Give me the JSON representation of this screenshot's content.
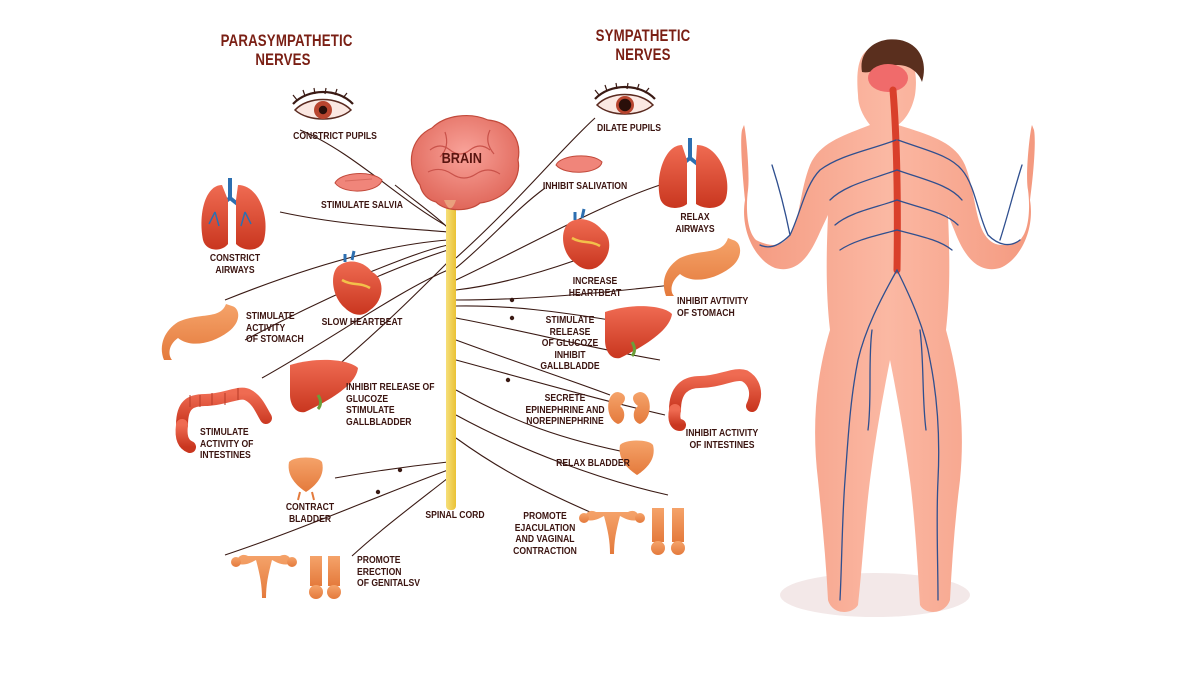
{
  "headers": {
    "parasympathetic": "PARASYMPATHETIC\nNERVES",
    "sympathetic": "SYMPATHETIC\nNERVES"
  },
  "center": {
    "brain": "BRAIN",
    "spinal_cord": "SPINAL CORD"
  },
  "parasympathetic_labels": {
    "constrict_pupils": "CONSTRICT PUPILS",
    "stimulate_salvia": "STIMULATE SALVIA",
    "constrict_airways": "CONSTRICT\nAIRWAYS",
    "slow_heartbeat": "SLOW HEARTBEAT",
    "stimulate_stomach": "STIMULATE\nACTIVITY\nOF STOMACH",
    "inhibit_glucoze": "INHIBIT RELEASE OF\nGLUCOZE\nSTIMULATE\nGALLBLADDER",
    "stimulate_intestines": "STIMULATE\nACTIVITY OF\nINTESTINES",
    "contract_bladder": "CONTRACT BLADDER",
    "promote_erection": "PROMOTE\nERECTION\nOF GENITALSV"
  },
  "sympathetic_labels": {
    "dilate_pupils": "DILATE PUPILS",
    "inhibit_salivation": "INHIBIT SALIVATION",
    "relax_airways": "RELAX AIRWAYS",
    "increase_heartbeat": "INCREASE HEARTBEAT",
    "inhibit_stomach": "INHIBIT AVTIVITY\nOF STOMACH",
    "stimulate_glucoze": "STIMULATE RELEASE\nOF GLUCOZE\nINHIBIT\nGALLBLADDE",
    "secrete_epinephrine": "SECRETE\nEPINEPHRINE AND\nNOREPINEPHRINE",
    "inhibit_intestines": "INHIBIT ACTIVITY\nOF INTESTINES",
    "relax_bladder": "RELAX BLADDER",
    "promote_ejaculation": "PROMOTE\nEJACULATION\nAND VAGINAL\nCONTRACTION"
  },
  "colors": {
    "heading": "#7a1f14",
    "label": "#3b1410",
    "nerve_line": "#3a1a14",
    "spinal_cord": "#f2d24a",
    "organ_red": "#d9402b",
    "organ_orange": "#f29a5a",
    "skin": "#f7a58e",
    "vein_blue": "#2f4f8f"
  }
}
